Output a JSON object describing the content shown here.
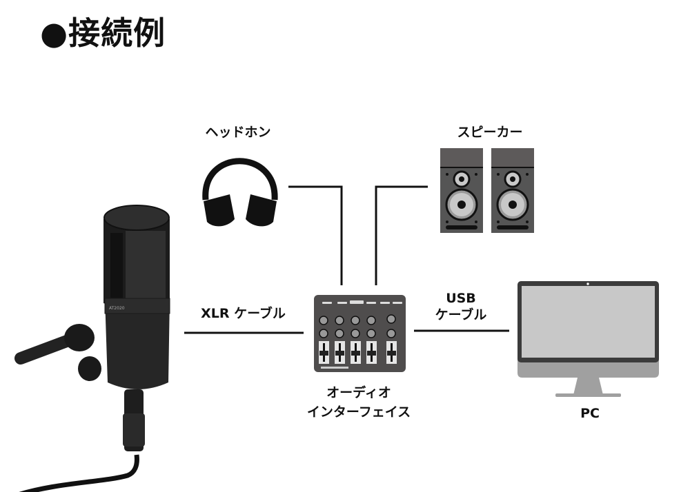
{
  "title": "●接続例",
  "devices": {
    "headphone": "ヘッドホン",
    "speaker": "スピーカー",
    "xlr_cable": "XLR ケーブル",
    "usb_cable_line1": "USB",
    "usb_cable_line2": "ケーブル",
    "audio_interface_line1": "オーディオ",
    "audio_interface_line2": "インターフェイス",
    "pc": "PC"
  },
  "colors": {
    "line": "#111111",
    "device_dark": "#4d4b4b",
    "screen": "#c8c8c8",
    "stand": "#9c9c9c"
  }
}
